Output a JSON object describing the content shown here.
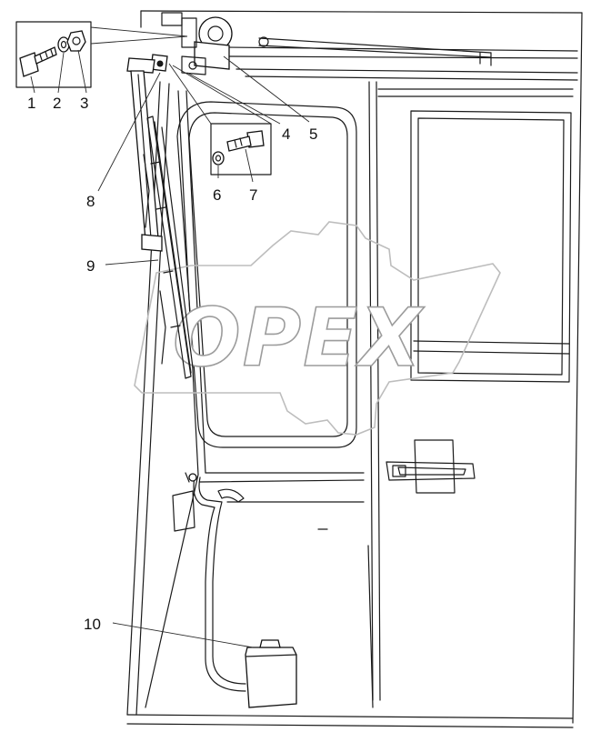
{
  "callouts": [
    {
      "id": "1",
      "label": "1"
    },
    {
      "id": "2",
      "label": "2"
    },
    {
      "id": "3",
      "label": "3"
    },
    {
      "id": "4",
      "label": "4"
    },
    {
      "id": "5",
      "label": "5"
    },
    {
      "id": "6",
      "label": "6"
    },
    {
      "id": "7",
      "label": "7"
    },
    {
      "id": "8",
      "label": "8"
    },
    {
      "id": "9",
      "label": "9"
    },
    {
      "id": "10",
      "label": "10"
    }
  ],
  "watermark": {
    "text": "OPEX"
  }
}
